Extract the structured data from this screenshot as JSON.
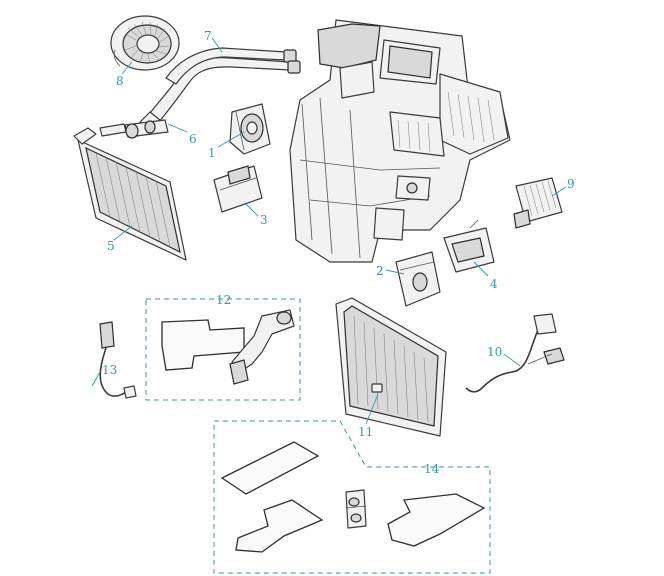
{
  "callouts": {
    "c1": "1",
    "c2": "2",
    "c3": "3",
    "c4": "4",
    "c5": "5",
    "c6": "6",
    "c7": "7",
    "c8": "8",
    "c9": "9",
    "c10": "10",
    "c11": "11",
    "c12": "12",
    "c13": "13",
    "c14": "14"
  },
  "colors": {
    "callout": "#2b9bb7",
    "linework": "#3a3a3a"
  }
}
